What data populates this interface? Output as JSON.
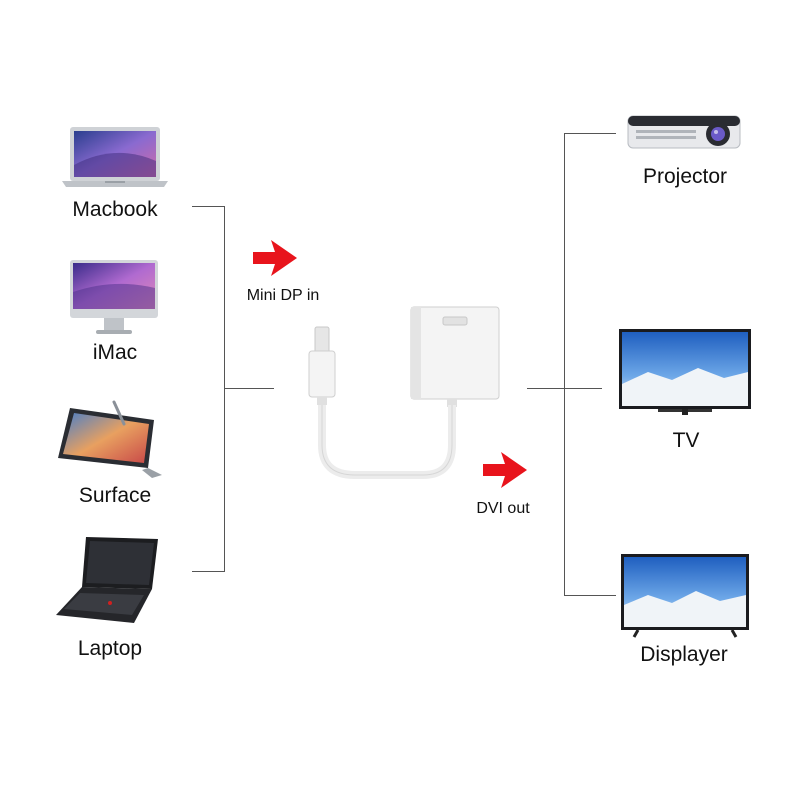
{
  "sources": [
    {
      "label": "Macbook",
      "icon": "macbook-icon"
    },
    {
      "label": "iMac",
      "icon": "imac-icon"
    },
    {
      "label": "Surface",
      "icon": "surface-tablet-icon"
    },
    {
      "label": "Laptop",
      "icon": "thinkpad-laptop-icon"
    }
  ],
  "outputs": [
    {
      "label": "Projector",
      "icon": "projector-icon"
    },
    {
      "label": "TV",
      "icon": "tv-icon"
    },
    {
      "label": "Displayer",
      "icon": "monitor-icon"
    }
  ],
  "adapter": {
    "input_label": "Mini DP in",
    "output_label": "DVI out",
    "icon": "mini-dp-to-dvi-adapter-icon"
  },
  "colors": {
    "arrow": "#e8141c",
    "wire": "#555555",
    "adapter_body": "#f4f4f4"
  }
}
